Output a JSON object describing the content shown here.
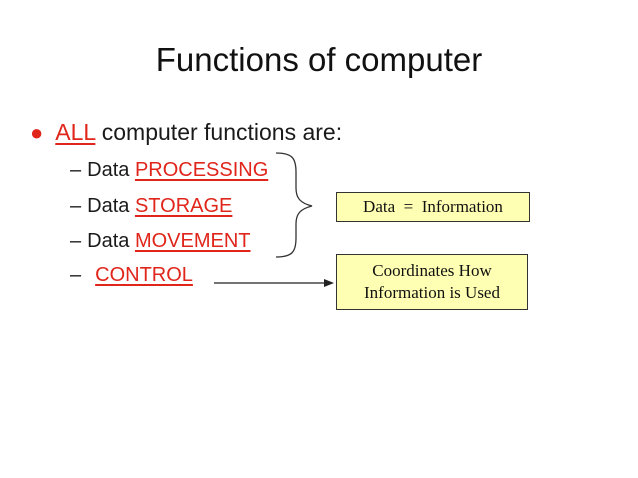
{
  "slide": {
    "title": "Functions of computer",
    "bullet": {
      "emphasis": "ALL",
      "text": " computer functions are:"
    },
    "sub_items": [
      {
        "prefix": "Data ",
        "highlight": "PROCESSING"
      },
      {
        "prefix": "Data ",
        "highlight": "STORAGE"
      },
      {
        "prefix": "Data ",
        "highlight": "MOVEMENT"
      },
      {
        "prefix": "",
        "highlight": "CONTROL"
      }
    ],
    "dash": "–",
    "box_data_info": "Data  =  Information",
    "box_coordinates": {
      "line1": "Coordinates How",
      "line2": "Information is Used"
    },
    "colors": {
      "highlight": "#e0251b",
      "box_fill": "#ffffb3",
      "text": "#1a1a1a"
    }
  }
}
